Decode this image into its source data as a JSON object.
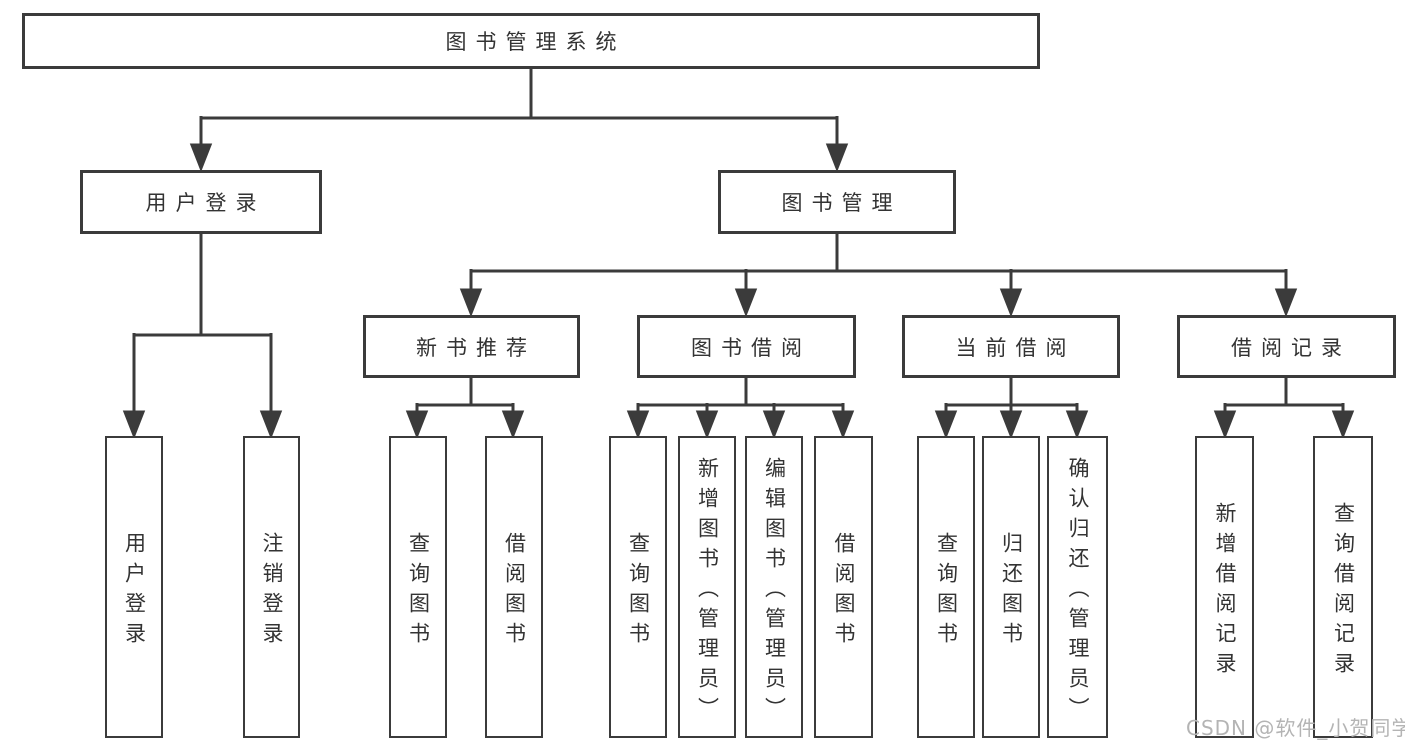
{
  "diagram_title": "图书管理系统",
  "colors": {
    "line": "#3b3b3b",
    "text": "#333333",
    "box_background": "#ffffff",
    "watermark": "#b4b4b4"
  },
  "watermark": "CSDN @软件_小贺同学",
  "nodes": {
    "root": "图书管理系统",
    "user_login": "用户登录",
    "book_management": "图书管理",
    "new_book_recommend": "新书推荐",
    "book_borrow": "图书借阅",
    "current_borrow": "当前借阅",
    "borrow_records": "借阅记录",
    "leaf_user_login": "用户登录",
    "leaf_logout": "注销登录",
    "leaf_query_books_1": "查询图书",
    "leaf_borrow_books_1": "借阅图书",
    "leaf_query_books_2": "查询图书",
    "leaf_add_book_admin": "新增图书（管理员）",
    "leaf_edit_book_admin": "编辑图书（管理员）",
    "leaf_borrow_books_2": "借阅图书",
    "leaf_query_books_3": "查询图书",
    "leaf_return_book": "归还图书",
    "leaf_confirm_return_admin": "确认归还（管理员）",
    "leaf_add_borrow_record": "新增借阅记录",
    "leaf_query_borrow_record": "查询借阅记录"
  },
  "structure": {
    "图书管理系统": {
      "用户登录": [
        "用户登录",
        "注销登录"
      ],
      "图书管理": {
        "新书推荐": [
          "查询图书",
          "借阅图书"
        ],
        "图书借阅": [
          "查询图书",
          "新增图书（管理员）",
          "编辑图书（管理员）",
          "借阅图书"
        ],
        "当前借阅": [
          "查询图书",
          "归还图书",
          "确认归还（管理员）"
        ],
        "借阅记录": [
          "新增借阅记录",
          "查询借阅记录"
        ]
      }
    }
  }
}
